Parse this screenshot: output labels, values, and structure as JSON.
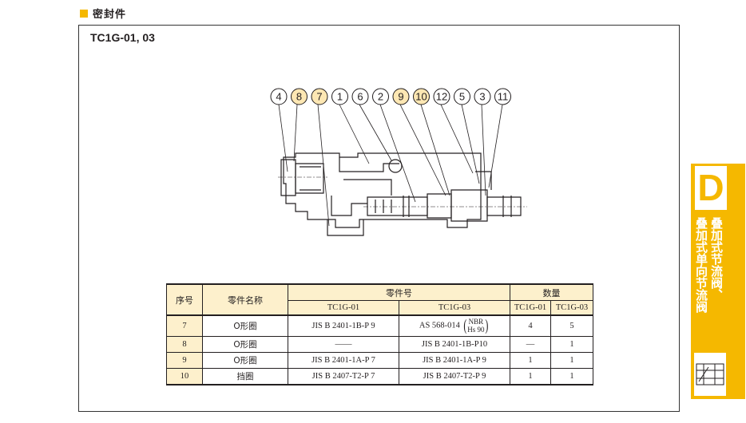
{
  "section": {
    "title": "密封件",
    "bullet_color": "#f5b800"
  },
  "model_label": "TC1G-01, 03",
  "callouts": [
    {
      "num": "4",
      "highlight": false
    },
    {
      "num": "8",
      "highlight": true
    },
    {
      "num": "7",
      "highlight": true
    },
    {
      "num": "1",
      "highlight": false
    },
    {
      "num": "6",
      "highlight": false
    },
    {
      "num": "2",
      "highlight": false
    },
    {
      "num": "9",
      "highlight": true
    },
    {
      "num": "10",
      "highlight": true
    },
    {
      "num": "12",
      "highlight": false
    },
    {
      "num": "5",
      "highlight": false
    },
    {
      "num": "3",
      "highlight": false
    },
    {
      "num": "11",
      "highlight": false
    }
  ],
  "table": {
    "headers": {
      "no": "序号",
      "name": "零件名称",
      "part_no": "零件号",
      "qty": "数量",
      "col_01": "TC1G-01",
      "col_03": "TC1G-03",
      "qty_01": "TC1G-01",
      "qty_03": "TC1G-03"
    },
    "rows": [
      {
        "no": "7",
        "name": "O形圈",
        "p01": "JIS B 2401-1B-P 9",
        "p03": "AS 568-014",
        "p03_note_top": "NBR",
        "p03_note_bottom": "Hs 90",
        "q01": "4",
        "q03": "5"
      },
      {
        "no": "8",
        "name": "O形圈",
        "p01": "——",
        "p03": "JIS B 2401-1B-P10",
        "q01": "—",
        "q03": "1"
      },
      {
        "no": "9",
        "name": "O形圈",
        "p01": "JIS B 2401-1A-P 7",
        "p03": "JIS B 2401-1A-P 9",
        "q01": "1",
        "q03": "1"
      },
      {
        "no": "10",
        "name": "挡圈",
        "p01": "JIS B 2407-T2-P 7",
        "p03": "JIS B 2407-T2-P 9",
        "q01": "1",
        "q03": "1"
      }
    ]
  },
  "side_tab": {
    "letter": "D",
    "text_col1": "叠加式单向节流阀",
    "text_col2": "叠加式节流阀、",
    "color": "#f5b800"
  }
}
